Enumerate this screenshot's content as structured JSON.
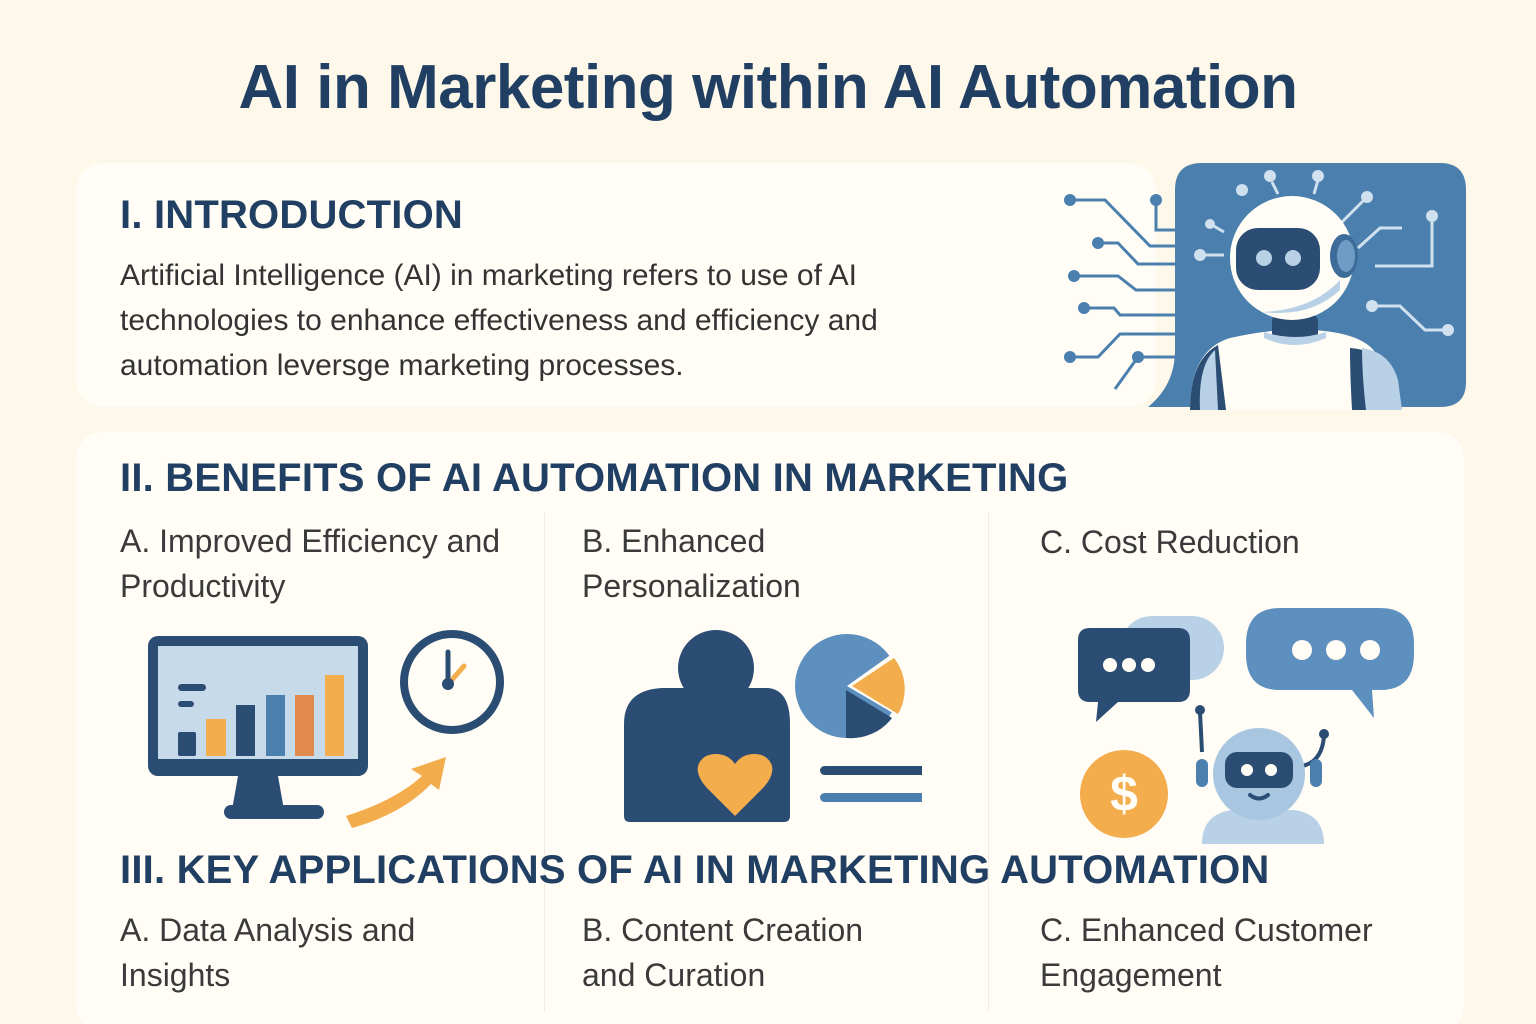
{
  "title": "AI in Marketing within AI Automation",
  "sections": {
    "introduction": {
      "heading": "I. INTRODUCTION",
      "body": "Artificial Intelligence (AI) in marketing refers to use of AI technologies to enhance effectiveness and efficiency and automation leversge marketing processes.",
      "illustration": "ai-robot-circuit-icon"
    },
    "benefits": {
      "heading": "II. BENEFITS OF AI AUTOMATION IN MARKETING",
      "items": [
        {
          "label": "A. Improved Efficiency and Productivity",
          "icon": "monitor-bar-chart-clock-arrow-icon"
        },
        {
          "label": "B. Enhanced Personalization",
          "icon": "person-heart-pie-chart-icon"
        },
        {
          "label": "C. Cost Reduction",
          "icon": "chat-bubbles-robot-dollar-icon"
        }
      ]
    },
    "applications": {
      "heading": "III. KEY APPLICATIONS OF AI IN MARKETING AUTOMATION",
      "items": [
        {
          "label": "A. Data Analysis and Insights"
        },
        {
          "label": "B. Content Creation and Curation"
        },
        {
          "label": "C. Enhanced Customer Engagement"
        }
      ]
    }
  },
  "colors": {
    "background": "#fdf8e9",
    "card": "#fffdf5",
    "heading": "#213f63",
    "navy": "#2b4d73",
    "mid_blue": "#4a7fae",
    "light_blue": "#b9d1e6",
    "orange": "#f3ad4c",
    "dark_orange": "#e08a4e"
  }
}
